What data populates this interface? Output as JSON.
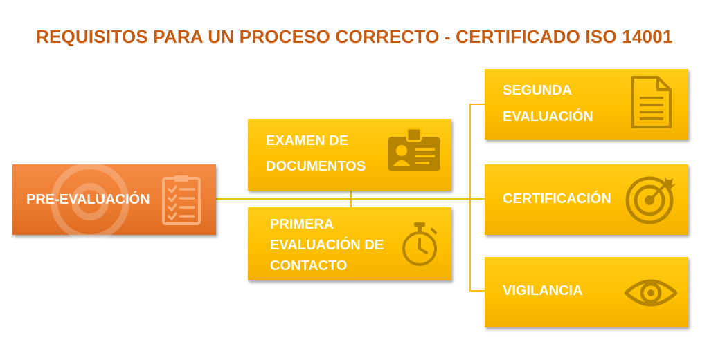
{
  "title": "REQUISITOS PARA UN PROCESO CORRECTO - CERTIFICADO ISO 14001",
  "colors": {
    "title": "#c55a11",
    "orange_box": "#ed7d31",
    "yellow_box": "#ffc000",
    "icon": "#b58500",
    "connector": "#ffc000"
  },
  "nodes": {
    "pre_evaluacion": {
      "label": "PRE-EVALUACIÓN",
      "icon": "checklist-icon"
    },
    "examen": {
      "line1": "EXAMEN DE",
      "line2": "DOCUMENTOS",
      "icon": "id-card-icon"
    },
    "primera": {
      "line1": "PRIMERA",
      "line2": "EVALUACIÓN DE",
      "line3": "CONTACTO",
      "icon": "stopwatch-icon"
    },
    "segunda": {
      "line1": "SEGUNDA",
      "line2": "EVALUACIÓN",
      "icon": "document-icon"
    },
    "certificacion": {
      "label": "CERTIFICACIÓN",
      "icon": "target-icon"
    },
    "vigilancia": {
      "label": "VIGILANCIA",
      "icon": "eye-icon"
    }
  }
}
